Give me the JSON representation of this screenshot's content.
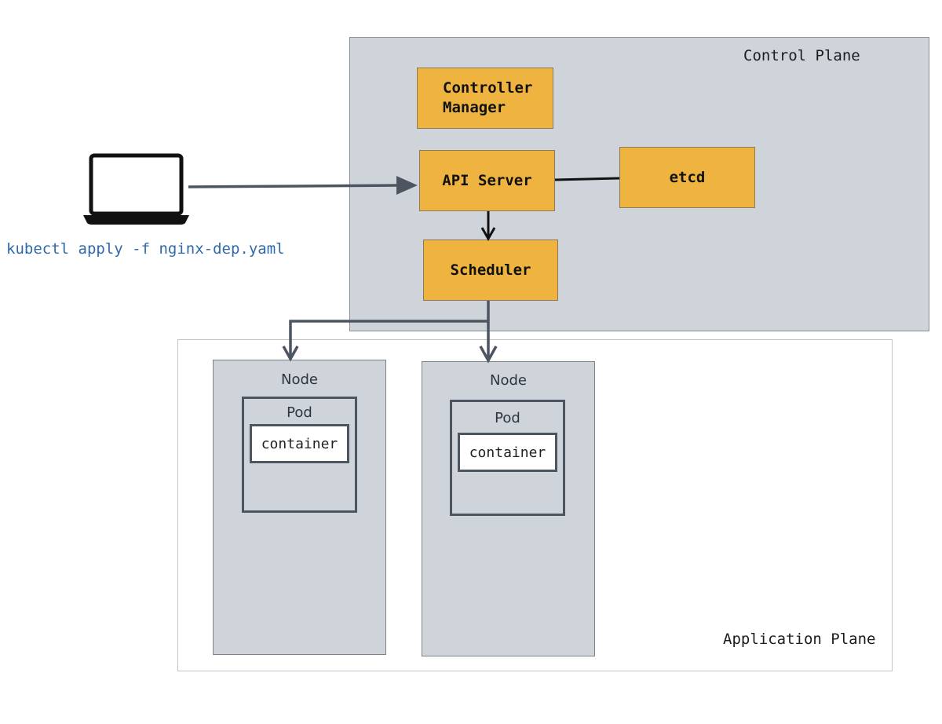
{
  "control_plane": {
    "label": "Control Plane",
    "components": {
      "controller_manager": "Controller\nManager",
      "api_server": "API Server",
      "etcd": "etcd",
      "scheduler": "Scheduler"
    }
  },
  "application_plane": {
    "label": "Application Plane",
    "nodes": [
      {
        "label": "Node",
        "pod": {
          "label": "Pod",
          "container": "container"
        }
      },
      {
        "label": "Node",
        "pod": {
          "label": "Pod",
          "container": "container"
        }
      }
    ]
  },
  "client": {
    "command": "kubectl apply -f nginx-dep.yaml",
    "icon": "laptop-icon"
  },
  "colors": {
    "component_fill": "#efb440",
    "plane_fill": "#cfd4db",
    "command_text": "#2f6aa9",
    "arrow": "#4d5561"
  }
}
